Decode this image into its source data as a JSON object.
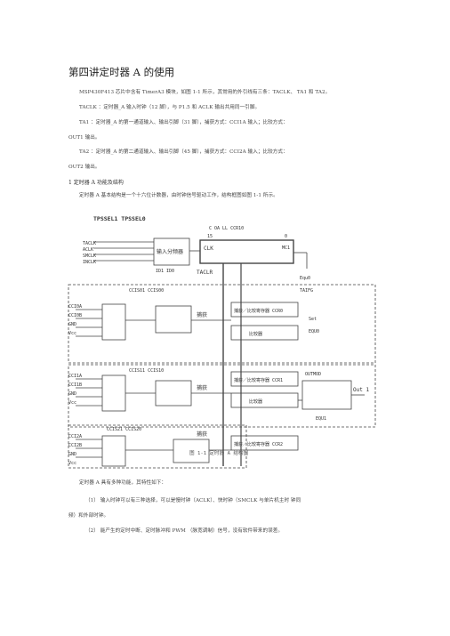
{
  "title": "第四讲定时器 A 的使用",
  "intro": [
    "MSP430F413 芯片中含有 TimerA3 模块，如图 1-1 所示，其常用的外引线有三条：TACLK、 TA1 和 TA2。",
    "TACLK ：定时器_A 输入时钟（12 脚），与 P1.5 和 ACLK 输出共用同一引脚。",
    "TA1 ：定时器_A 的第一通道输入、输出引脚（31 脚），捕获方式：CCI1A 输入；比较方式：",
    "OUT1 输出。",
    "TA2 ：定时器_A 的第二通道输入、输出引脚（45 脚），捕获方式：CCI2A 输入；比较方式：",
    "OUT2 输出。"
  ],
  "section1": "1 定时器 A 功能及结构",
  "section1_text": "定时器 A 基本结构是一个十六位计数器，由时钟信号驱动工作，结构框图如图          1-1 所示。",
  "figure": {
    "top_label": "TPSSEL1  TPSSEL0",
    "bus_label": "C OA  LL CCR10",
    "clk_names": [
      "TACLK",
      "ACLK",
      "SMCLK",
      "INCLK"
    ],
    "divider": "输入分频器",
    "clk_block": "CLK",
    "timer_labels": [
      "15",
      "0"
    ],
    "id_label": "ID1  ID0",
    "mode_label": "MC1",
    "clr_label": "TACLR",
    "rt_labels": [
      "Equ0",
      "TAIFG",
      "Set",
      "EQU0"
    ],
    "ch0": {
      "labels": [
        "CCIS01  CCIS00",
        "CCI0A",
        "CCI0B",
        "GND",
        "Vcc"
      ],
      "capture": "捕获",
      "reg": "捕获／比较寄存器 CCR0",
      "cmp": "比较器"
    },
    "ch1": {
      "labels": [
        "CCIS11  CCIS10",
        "CCI1A",
        "CCI1B",
        "GND",
        "Vcc"
      ],
      "capture": "捕获",
      "reg": "捕获／比较寄存器 CCR1",
      "cmp": "比较器",
      "out_mod": "OUTMOD",
      "out": "Out 1",
      "equ": "EQU1"
    },
    "ch2": {
      "labels": [
        "CCIS21  CCIS20",
        "CCI2A",
        "CCI2B",
        "GND",
        "Vcc"
      ],
      "capture": "捕获",
      "reg": "捕获／比较寄存器 CCR2"
    },
    "caption": "图 1-1 定时器 A 结构图"
  },
  "after": [
    "定时器 A 具有多种功能，其特性如下：",
    "（1）  输入时钟可以有三种选择，可以是慢时钟（ACLK）、快时钟（SMCLK 与单片机主时  钟同",
    "频）和外部时钟。",
    "（2）  能产生的定时中断、定时脉冲和  PWM  （脉宽调制）信号，没有软件带来的误差。"
  ]
}
